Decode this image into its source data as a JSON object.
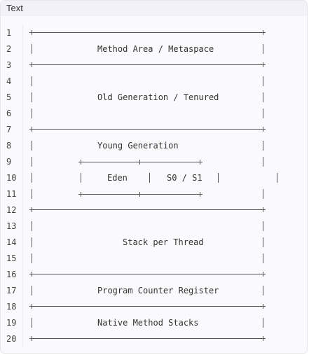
{
  "panel": {
    "title": "Text"
  },
  "line_numbers": [
    "1",
    "2",
    "3",
    "4",
    "5",
    "6",
    "7",
    "8",
    "9",
    "10",
    "11",
    "12",
    "13",
    "14",
    "15",
    "16",
    "17",
    "18",
    "19",
    "20"
  ],
  "diagram": {
    "method_area": "Method Area / Metaspace",
    "old_gen": "Old Generation / Tenured",
    "young_gen": "Young Generation",
    "eden": "Eden",
    "survivor": "S0 / S1",
    "stack": "Stack per Thread",
    "pc_register": "Program Counter Register",
    "native_stacks": "Native Method Stacks"
  }
}
